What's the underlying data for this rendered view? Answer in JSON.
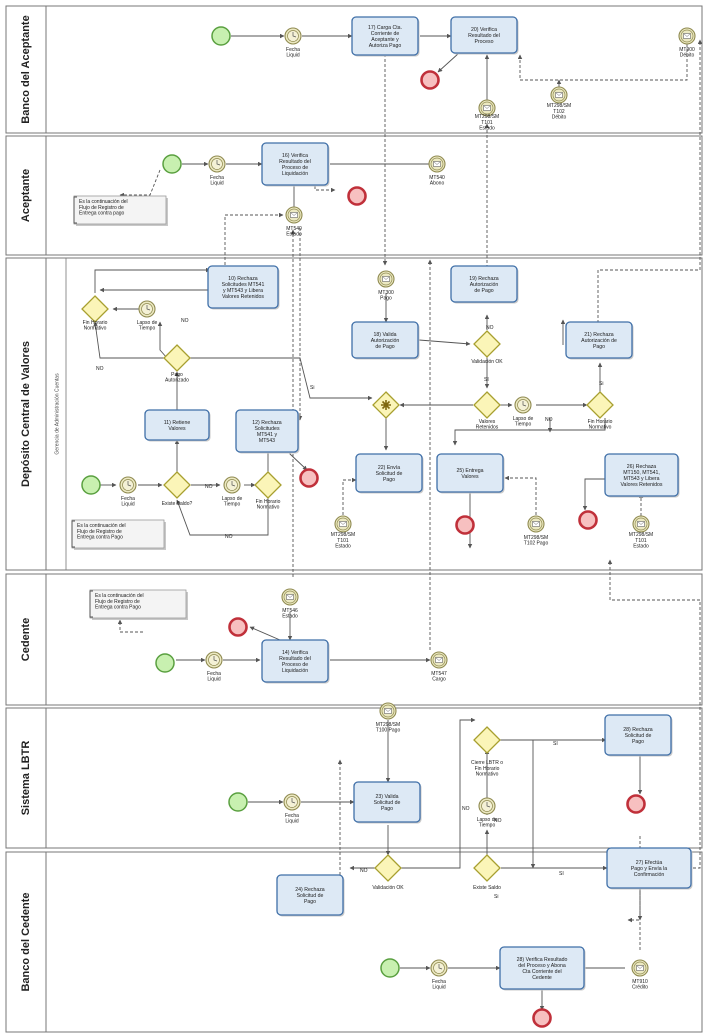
{
  "lanes": [
    {
      "id": "banco_aceptante",
      "label": "Banco del Aceptante"
    },
    {
      "id": "aceptante",
      "label": "Aceptante"
    },
    {
      "id": "dcv",
      "label": "Depósito Central de Valores"
    },
    {
      "id": "cedente",
      "label": "Cedente"
    },
    {
      "id": "lbtr",
      "label": "Sistema LBTR"
    },
    {
      "id": "banco_cedente",
      "label": "Banco del Cedente"
    }
  ],
  "sublane_label": "Gerencia de Administración Cuentas",
  "tasks": {
    "t17": [
      "17) Carga Cta.",
      "Corriente de",
      "Aceptante y",
      "Autoriza Pago"
    ],
    "t20": [
      "20) Verifica",
      "Resultado del",
      "Proceso"
    ],
    "t16": [
      "16) Verifica",
      "Resultado del",
      "Proceso de",
      "Liquidación"
    ],
    "t10": [
      "10) Rechaza",
      "Solicitudes MT541",
      "y MT543 y Libera",
      "Valores Retenidos"
    ],
    "t19r": [
      "19) Rechaza",
      "Autorización",
      "de Pago"
    ],
    "t18": [
      "18) Valida",
      "Autorización",
      "de Pago"
    ],
    "t21": [
      "21) Rechaza",
      "Autorización de",
      "Pago"
    ],
    "t11": [
      "11) Retiene",
      "Valores"
    ],
    "t12": [
      "12) Rechaza",
      "Solicitudes",
      "MT541 y",
      "MT543"
    ],
    "t22": [
      "22) Envía",
      "Solicitud de",
      "Pago"
    ],
    "t25": [
      "25) Entrega",
      "Valores"
    ],
    "t26": [
      "26) Rechaza",
      "MT150, MT541,",
      "MT543 y Libera",
      "Valores Retenidos"
    ],
    "t14": [
      "14) Verifica",
      "Resultado del",
      "Proceso de",
      "Liquidación"
    ],
    "t28r": [
      "28) Rechaza",
      "Solicitud de",
      "Pago"
    ],
    "t23": [
      "23) Valida",
      "Solicitud de",
      "Pago"
    ],
    "t24": [
      "24) Rechaza",
      "Solicitud de",
      "Pago"
    ],
    "t27": [
      "27) Efectúa",
      "Pago y Envía la",
      "Confirmación"
    ],
    "t28v": [
      "28) Verifica Resultado",
      "del Proceso y Abona",
      "Cta Corriente del",
      "Cedente"
    ]
  },
  "events": {
    "fecha_liquid": [
      "Fecha",
      "Liquid"
    ],
    "mt900": [
      "MT900",
      "Débito"
    ],
    "mt298_t101": [
      "MT298/SM",
      "T101",
      "Estado"
    ],
    "mt298_t102": [
      "MT298/SM",
      "T102",
      "Débito"
    ],
    "mt540_abono": [
      "MT540",
      "Abono"
    ],
    "mt540_estado": [
      "MT540",
      "Estado"
    ],
    "mt300_pago": [
      "MT300",
      "Pago"
    ],
    "lapso": [
      "Lapso de",
      "Tiempo"
    ],
    "mt298_t101b": [
      "MT298/SM",
      "T101",
      "Estado"
    ],
    "mt298_t102pago": [
      "MT298/SM",
      "T102 Pago"
    ],
    "mt298_t101c": [
      "MT298/SM",
      "T101",
      "Estado"
    ],
    "mt546": [
      "MT546",
      "Estado"
    ],
    "mt547": [
      "MT547",
      "Cargo"
    ],
    "mt298_t100": [
      "MT298/SM",
      "T100 Pago"
    ],
    "mt910": [
      "MT910",
      "Crédito"
    ]
  },
  "gateways": {
    "fin_horario": [
      "Fin Horario",
      "Normativo"
    ],
    "pago_autorizado": [
      "Pago",
      "Autorizado"
    ],
    "existe_saldo": [
      "Existe Saldo?"
    ],
    "fin_horario2": [
      "Fin Horario",
      "Normativo"
    ],
    "validacion_ok": [
      "Validación OK"
    ],
    "valores_retenidos": [
      "Valores",
      "Retenidos"
    ],
    "fin_horario3": [
      "Fin Horario",
      "Normativo"
    ],
    "cierre": [
      "Cierre LBTR o",
      "Fin Horario",
      "Normativo"
    ],
    "existe_saldo2": [
      "Existe Saldo"
    ],
    "validacion_ok2": [
      "Validación OK"
    ]
  },
  "notes": {
    "note1": [
      "Es la continuación del",
      "Flujo de Registro de",
      "Entrega contra pago"
    ],
    "note2": [
      "Es la continuación del",
      "Flujo de Registro de",
      "Entrega contra Pago"
    ],
    "note3": [
      "Es la continuación del",
      "Flujo de Registro de",
      "Entrega contra Pago"
    ]
  },
  "flow_labels": {
    "no": "NO",
    "si": "SI",
    "si_lower": "Si"
  },
  "colors": {
    "task_fill": "#dde9f5",
    "task_stroke": "#3f6fa8",
    "start_fill": "#c8f0b0",
    "start_stroke": "#5aa040",
    "end_fill": "#f7c0c0",
    "end_stroke": "#c0303a",
    "gateway_fill": "#fbf5b8",
    "gateway_stroke": "#a8a030",
    "event_fill": "#ece9c2",
    "event_stroke": "#8f8a50",
    "lane_bg": "#ffffff",
    "lane_stroke": "#777777",
    "edge": "#555555"
  }
}
